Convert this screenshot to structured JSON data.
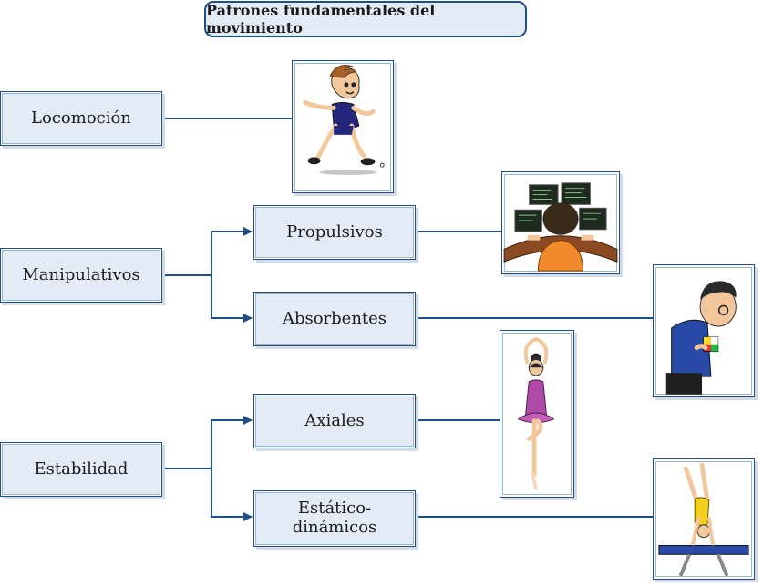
{
  "title": "Patrones fundamentales del movimiento",
  "categories": {
    "locomocion": "Locomoción",
    "manipulativos": "Manipulativos",
    "estabilidad": "Estabilidad"
  },
  "subcategories": {
    "propulsivos": "Propulsivos",
    "absorbentes": "Absorbentes",
    "axiales": "Axiales",
    "estatico_line1": "Estático-",
    "estatico_line2": "dinámicos"
  },
  "icons": [
    "runner-illustration",
    "computer-user-illustration",
    "rubiks-cube-illustration",
    "ballerina-illustration",
    "gymnast-illustration"
  ],
  "colors": {
    "line": "#1f4f8a",
    "box_fill": "#e3ecf6"
  }
}
